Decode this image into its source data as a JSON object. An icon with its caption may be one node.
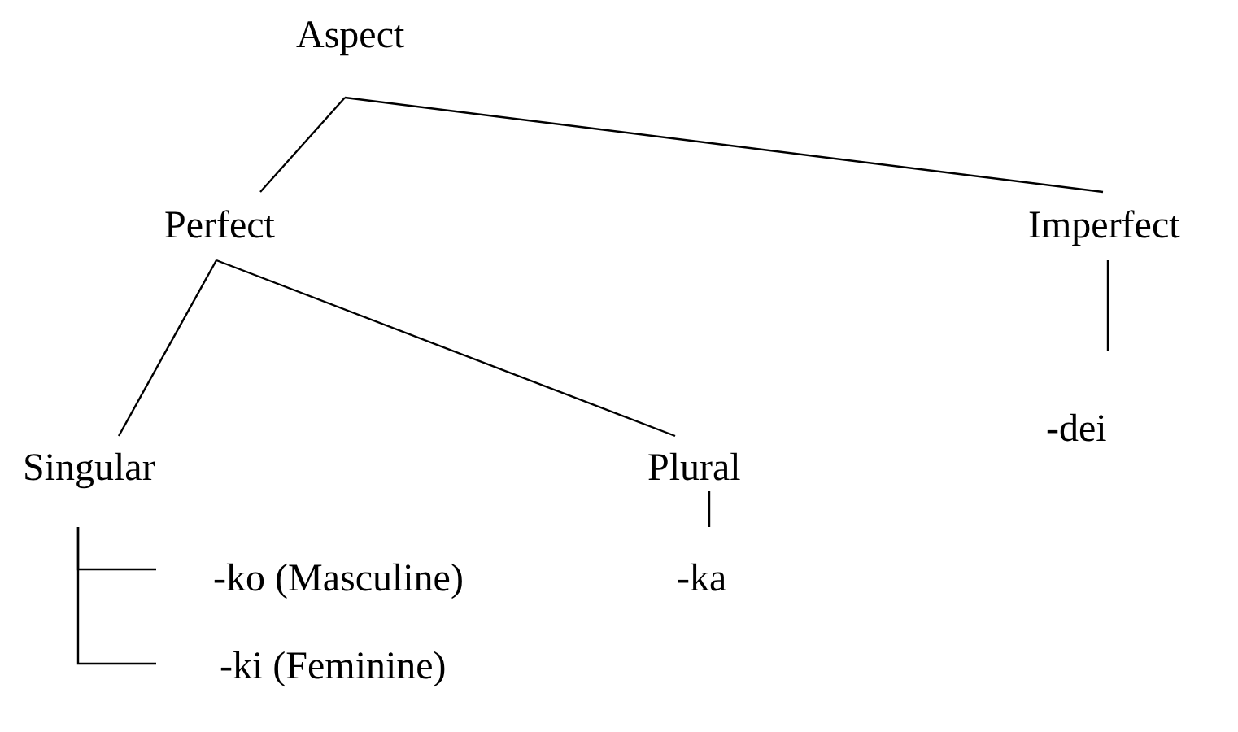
{
  "diagram": {
    "nodes": [
      {
        "text": [
          "Aspect"
        ]
      },
      {
        "text": [
          "Perfect"
        ]
      },
      {
        "text": [
          "Imperfect"
        ]
      },
      {
        "text": [
          "-dei"
        ]
      },
      {
        "text": [
          "Singular"
        ]
      },
      {
        "text": [
          "Plural"
        ]
      },
      {
        "text": [
          "-ko (Masculine)"
        ]
      },
      {
        "text": [
          "-ka"
        ]
      },
      {
        "text": [
          "-ki (Feminine)"
        ]
      }
    ],
    "edges": [
      {
        "from": 0,
        "to": 1,
        "arrow": "none"
      },
      {
        "from": 0,
        "to": 2,
        "arrow": "none"
      },
      {
        "from": 1,
        "to": 4,
        "arrow": "none"
      },
      {
        "from": 1,
        "to": 5,
        "arrow": "none"
      },
      {
        "from": 2,
        "to": 3,
        "arrow": "none"
      },
      {
        "from": 5,
        "to": 7,
        "arrow": "none"
      },
      {
        "from": 4,
        "to": 6,
        "arrow": "none"
      },
      {
        "from": 4,
        "to": 8,
        "arrow": "none"
      }
    ]
  }
}
